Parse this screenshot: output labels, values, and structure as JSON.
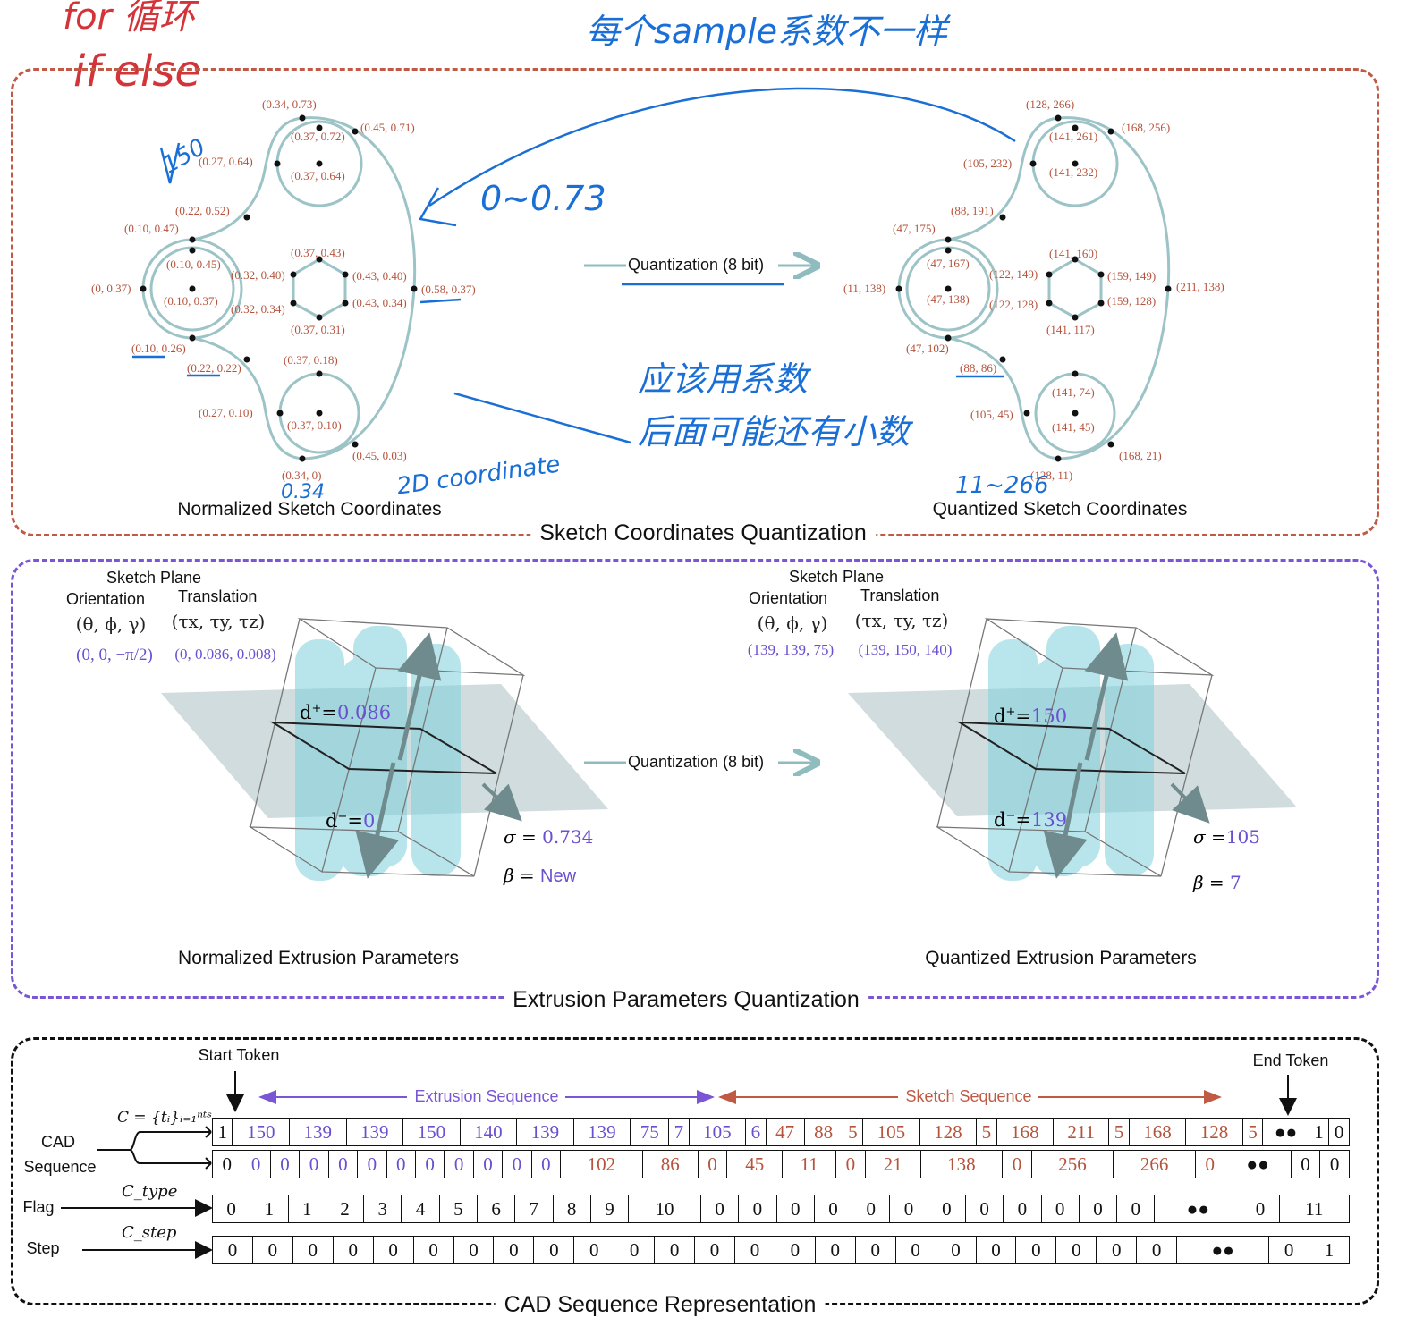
{
  "handwriting": {
    "top_left_1": "for 循环",
    "top_left_2": "if else",
    "top_center": "每个sample系数不一样",
    "range_left": "0~0.73",
    "mark_150": "150",
    "bottom_note_1": "应该用系数",
    "bottom_note_2": "后面可能还有小数",
    "coord_note": "2D coordinate",
    "note_034": "0.34",
    "range_right": "11~266"
  },
  "sketch_panel": {
    "title": "Sketch Coordinates Quantization",
    "left_caption": "Normalized Sketch Coordinates",
    "right_caption": "Quantized Sketch Coordinates",
    "quant_label": "Quantization (8 bit)",
    "left_points": [
      "(0.34, 0.73)",
      "(0.45, 0.71)",
      "(0.37, 0.72)",
      "(0.27, 0.64)",
      "(0.37, 0.64)",
      "(0.22, 0.52)",
      "(0.10, 0.47)",
      "(0.10, 0.45)",
      "(0.37, 0.43)",
      "(0.32, 0.40)",
      "(0.43, 0.40)",
      "(0, 0.37)",
      "(0.10, 0.37)",
      "(0.58, 0.37)",
      "(0.32, 0.34)",
      "(0.43, 0.34)",
      "(0.37, 0.31)",
      "(0.10, 0.26)",
      "(0.22, 0.22)",
      "(0.37, 0.18)",
      "(0.27, 0.10)",
      "(0.37, 0.10)",
      "(0.45, 0.03)",
      "(0.34, 0)"
    ],
    "right_points": [
      "(128, 266)",
      "(168, 256)",
      "(141, 261)",
      "(105, 232)",
      "(141, 232)",
      "(88, 191)",
      "(47, 175)",
      "(47, 167)",
      "(141, 160)",
      "(122, 149)",
      "(159, 149)",
      "(11, 138)",
      "(47, 138)",
      "(211, 138)",
      "(122, 128)",
      "(159, 128)",
      "(141, 117)",
      "(47, 102)",
      "(88, 86)",
      "(141, 74)",
      "(105, 45)",
      "(141, 45)",
      "(168, 21)",
      "(128, 11)"
    ]
  },
  "extrusion_panel": {
    "title": "Extrusion Parameters Quantization",
    "left_caption": "Normalized Extrusion Parameters",
    "right_caption": "Quantized Extrusion Parameters",
    "quant_label": "Quantization (8 bit)",
    "sketch_plane": "Sketch Plane",
    "orientation": "Orientation",
    "translation": "Translation",
    "orient_sym": "(θ, ϕ, γ)",
    "trans_sym": "(τx, τy, τz)",
    "left": {
      "orient_val": "(0, 0, −π/2)",
      "trans_val": "(0, 0.086, 0.008)",
      "d_plus": "0.086",
      "d_minus": "0",
      "sigma": "0.734",
      "beta": "New"
    },
    "right": {
      "orient_val": "(139, 139, 75)",
      "trans_val": "(139, 150, 140)",
      "d_plus": "150",
      "d_minus": "139",
      "sigma": "105",
      "beta": "7"
    }
  },
  "sequence_panel": {
    "title": "CAD Sequence Representation",
    "start_token": "Start Token",
    "end_token": "End Token",
    "extrusion_seq": "Extrusion Sequence",
    "sketch_seq": "Sketch Sequence",
    "cad_label_1": "CAD",
    "cad_label_2": "Sequence",
    "flag_label": "Flag",
    "step_label": "Step",
    "c_def": "C = {tᵢ}ᵢ₌₁ⁿᵗˢ",
    "c_type": "C_type",
    "c_step": "C_step",
    "rows": [
      [
        "1",
        "150",
        "139",
        "139",
        "150",
        "140",
        "139",
        "139",
        "75",
        "7",
        "105",
        "6",
        "47",
        "88",
        "5",
        "105",
        "128",
        "5",
        "168",
        "211",
        "5",
        "168",
        "128",
        "5",
        "●●",
        "1",
        "0"
      ],
      [
        "0",
        "0",
        "0",
        "0",
        "0",
        "0",
        "0",
        "0",
        "0",
        "0",
        "0",
        "0",
        "102",
        "86",
        "0",
        "45",
        "11",
        "0",
        "21",
        "138",
        "0",
        "256",
        "266",
        "0",
        "●●",
        "0",
        "0"
      ],
      [
        "0",
        "1",
        "1",
        "2",
        "3",
        "4",
        "5",
        "6",
        "7",
        "8",
        "9",
        "10",
        "0",
        "0",
        "0",
        "0",
        "0",
        "0",
        "0",
        "0",
        "0",
        "0",
        "0",
        "0",
        "●●",
        "0",
        "11"
      ],
      [
        "0",
        "0",
        "0",
        "0",
        "0",
        "0",
        "0",
        "0",
        "0",
        "0",
        "0",
        "0",
        "0",
        "0",
        "0",
        "0",
        "0",
        "0",
        "0",
        "0",
        "0",
        "0",
        "0",
        "0",
        "●●",
        "0",
        "1"
      ]
    ]
  }
}
